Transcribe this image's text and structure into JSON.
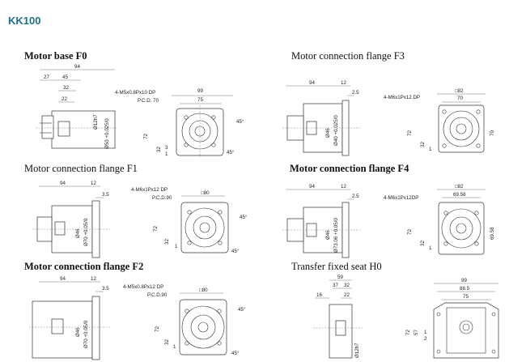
{
  "title": "KK100",
  "sections": {
    "f0": {
      "heading": "Motor base F0",
      "side": [
        "94",
        "27",
        "45",
        "32",
        "22",
        "Ø12h7",
        "Ø50 +0.025/0"
      ],
      "front": [
        "4-M5x0.8Px10 DP",
        "P.C.D. 70",
        "99",
        "75",
        "45°",
        "72",
        "32",
        "3",
        "1",
        "45°"
      ]
    },
    "f3": {
      "heading": "Motor connection flange F3",
      "side": [
        "94",
        "12",
        "2.5",
        "Ø46",
        "Ø40 +0.025/0"
      ],
      "front": [
        "4-M6x1Px12 DP",
        "□82",
        "70",
        "72",
        "32",
        "1",
        "70"
      ]
    },
    "f1": {
      "heading": "Motor connection flange F1",
      "side": [
        "94",
        "12",
        "3.5",
        "Ø46",
        "Ø70 +0.05/0"
      ],
      "front": [
        "4-M6x1Px12 DP",
        "P.C.D.90",
        "□80",
        "45°",
        "72",
        "32",
        "1",
        "45°"
      ]
    },
    "f4": {
      "heading": "Motor connection flange F4",
      "side": [
        "94",
        "12",
        "2.5",
        "Ø46",
        "Ø73.06 +0.05/0"
      ],
      "front": [
        "4-M6x1Px12DP",
        "□82",
        "69.58",
        "72",
        "32",
        "1",
        "69.58"
      ]
    },
    "f2": {
      "heading": "Motor connection flange F2",
      "side": [
        "94",
        "12",
        "3.5",
        "Ø46",
        "Ø70 +0.05/0"
      ],
      "front": [
        "4-M5x0.8Px12 DP",
        "P.C.D.90",
        "□80",
        "45°",
        "72",
        "32",
        "1",
        "45°"
      ]
    },
    "h0": {
      "heading": "Transfer fixed seat H0",
      "side": [
        "59",
        "37",
        "32",
        "16",
        "22",
        "Ø12h7"
      ],
      "front": [
        "99",
        "88.5",
        "75",
        "72",
        "57",
        "1",
        "2"
      ]
    }
  }
}
